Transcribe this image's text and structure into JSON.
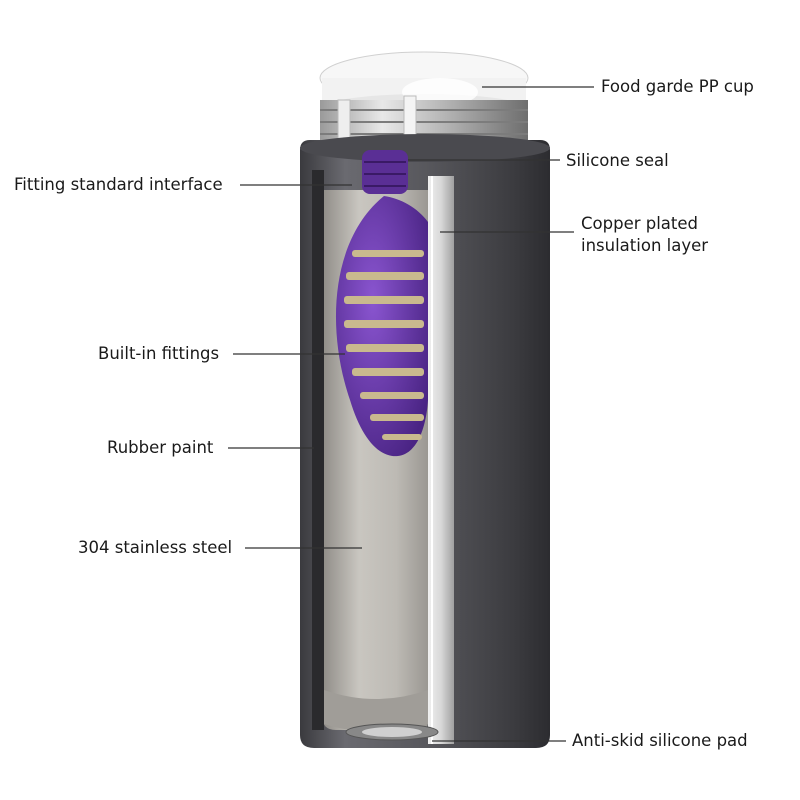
{
  "labels": {
    "cup": "Food garde PP cup",
    "seal": "Silicone seal",
    "interface": "Fitting standard interface",
    "copper_line1": "Copper plated",
    "copper_line2": "insulation layer",
    "fittings": "Built-in fittings",
    "rubber": "Rubber paint",
    "steel": "304 stainless steel",
    "pad": "Anti-skid silicone pad"
  },
  "colors": {
    "body": "#55555a",
    "body_dark": "#38383c",
    "inner_steel": "#b9b7b3",
    "cup": "#f4f4f4",
    "thread": "#b8b8b8",
    "infuser": "#6b3aa8",
    "infuser_inner": "#c9b98e",
    "leader_line": "#333333"
  }
}
